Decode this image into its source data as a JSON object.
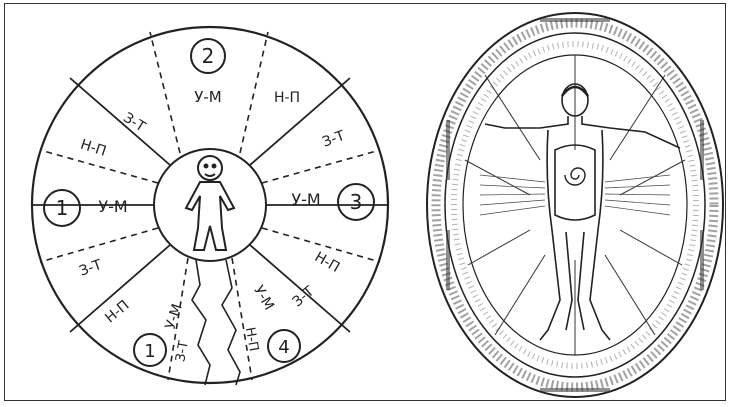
{
  "left_diagram": {
    "center_figure": "human-figure",
    "numbers": {
      "top": "2",
      "left": "1",
      "right": "3",
      "bottom_left": "1",
      "bottom_right": "4"
    },
    "labels": {
      "top_center": "У-М",
      "top_left": "З-Т",
      "top_right": "Н-П",
      "left_upper": "Н-П",
      "left_center": "У-М",
      "left_lower": "З-Т",
      "right_upper": "З-Т",
      "right_center": "У-М",
      "right_lower": "Н-П",
      "bottom_left_outer": "Н-П",
      "bottom_left_mid": "У-М",
      "bottom_left_inner": "З-Т",
      "bottom_right_outer": "З-Т",
      "bottom_right_mid": "У-М",
      "bottom_right_inner": "Н-П"
    }
  },
  "right_diagram": {
    "description_icon": "vitruvian-zodiac-engraving-icon"
  },
  "colors": {
    "ink": "#222222",
    "paper": "#ffffff"
  }
}
